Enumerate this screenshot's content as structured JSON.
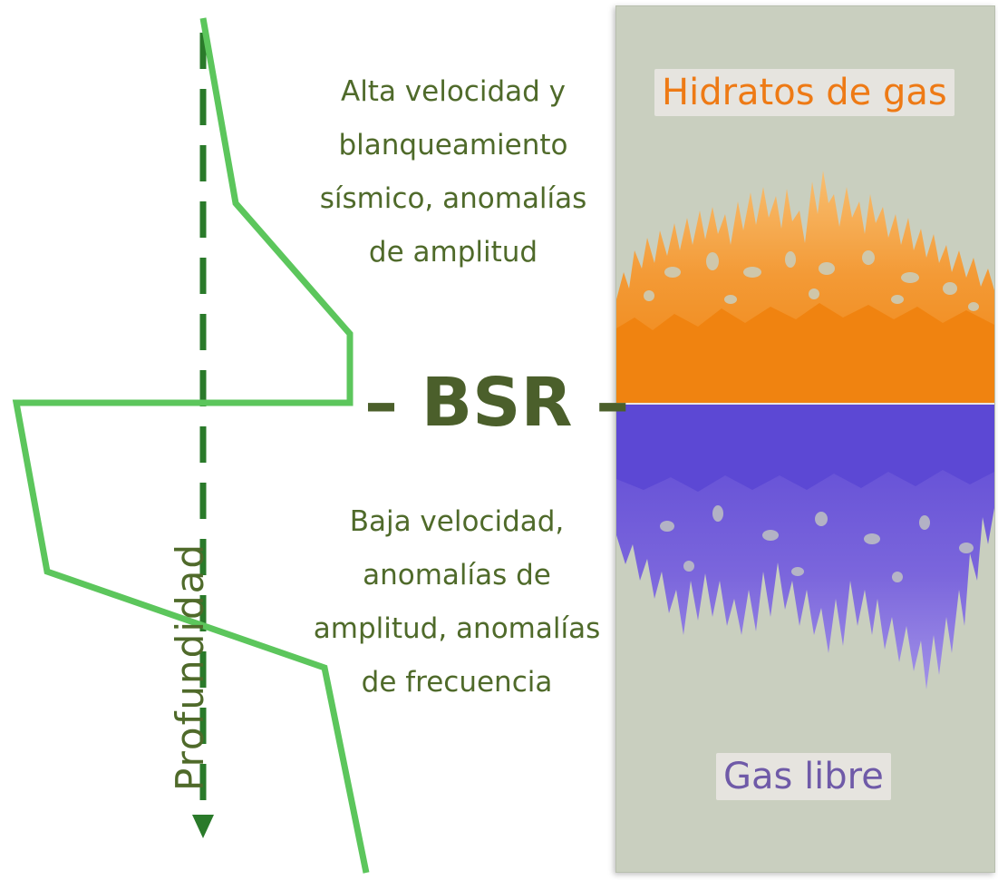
{
  "diagram": {
    "panel": {
      "top_label": "Hidratos de gas",
      "bottom_label": "Gas libre"
    },
    "annotations": {
      "upper": [
        "Alta velocidad y",
        "blanqueamiento",
        "sísmico, anomalías",
        "de amplitud"
      ],
      "lower": [
        "Baja velocidad,",
        "anomalías  de",
        "amplitud, anomalías",
        "de frecuencia"
      ]
    },
    "boundary_label": "– BSR –",
    "axis_label": "Profundidad",
    "colors": {
      "hydrate_orange": "#f08a1c",
      "hydrate_light": "#f6b45e",
      "free_gas_purple": "#6a55d6",
      "free_gas_light": "#9b8ce6",
      "panel_gray": "#c9cfbf",
      "curve_green": "#5cc65c",
      "axis_green": "#2a7a2a",
      "text_olive": "#4f6a2a"
    }
  }
}
